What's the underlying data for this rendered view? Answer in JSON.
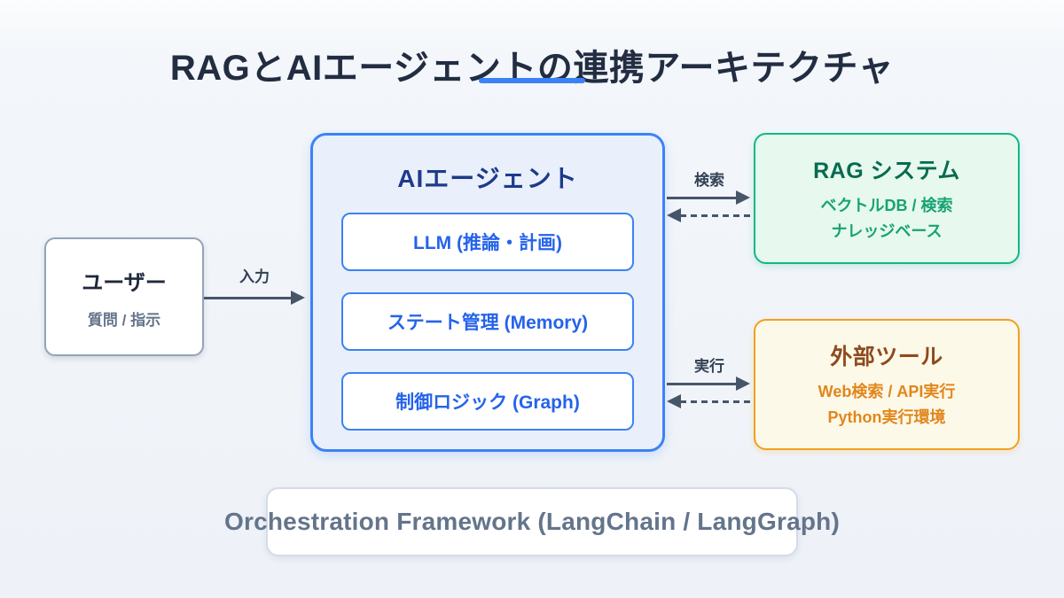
{
  "page_title": "RAGとAIエージェントの連携アーキテクチャ",
  "user_box": {
    "title": "ユーザー",
    "subtitle": "質問 / 指示"
  },
  "agent_box": {
    "title": "AIエージェント",
    "components": [
      "LLM (推論・計画)",
      "ステート管理 (Memory)",
      "制御ロジック (Graph)"
    ]
  },
  "rag_box": {
    "title": "RAG システム",
    "lines": [
      "ベクトルDB / 検索",
      "ナレッジベース"
    ]
  },
  "tools_box": {
    "title": "外部ツール",
    "lines": [
      "Web検索 / API実行",
      "Python実行環境"
    ]
  },
  "framework_box": {
    "label": "Orchestration Framework (LangChain / LangGraph)"
  },
  "flows": {
    "input": "入力",
    "search": "検索",
    "execute": "実行"
  },
  "colors": {
    "accent_blue": "#3b82f6",
    "agent_title_blue": "#1e3a8a",
    "component_blue": "#2563eb",
    "green_border": "#10b981",
    "green_title": "#076b4f",
    "green_text": "#17a374",
    "amber_border": "#f0a11f",
    "amber_title": "#8f4a1e",
    "amber_text": "#e1861c",
    "arrow_slate": "#475569",
    "title_ink": "#222d42",
    "muted_slate": "#64748b"
  }
}
